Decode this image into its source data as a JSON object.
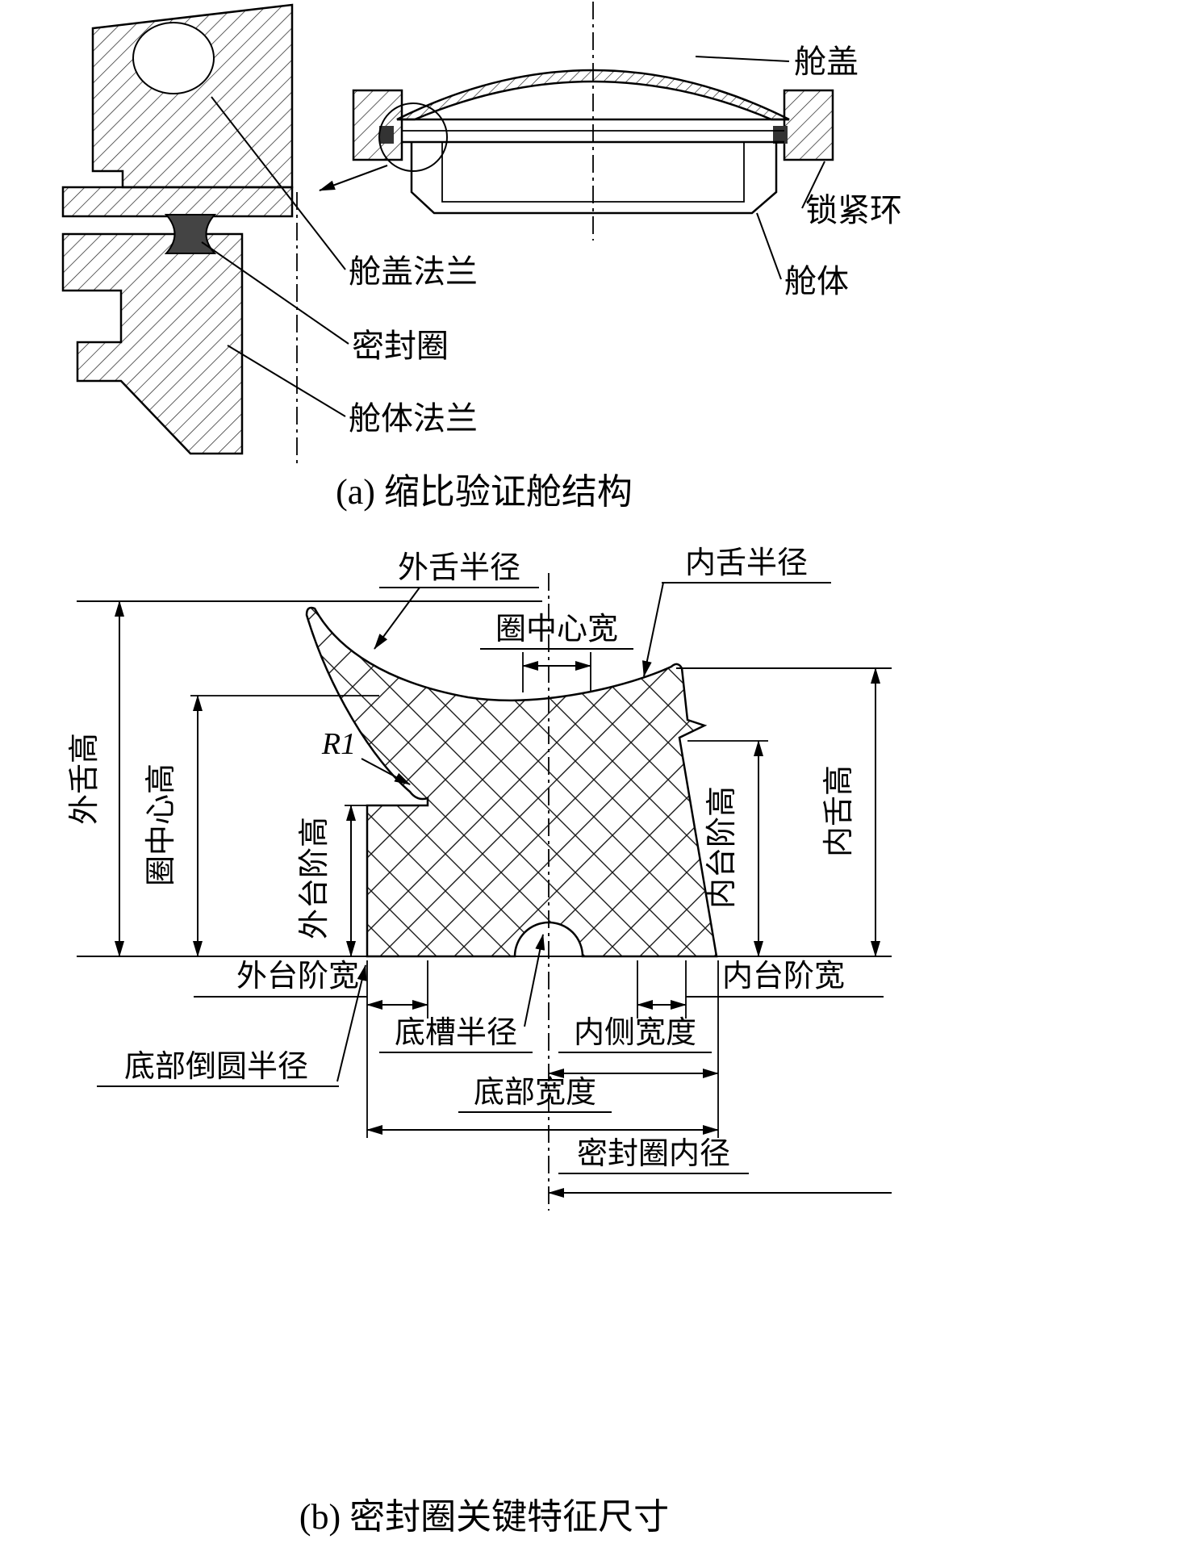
{
  "figure": {
    "panel_a": {
      "caption": "(a) 缩比验证舱结构",
      "labels": {
        "hatch_cover": "舱盖",
        "locking_ring": "锁紧环",
        "capsule_body": "舱体",
        "cover_flange": "舱盖法兰",
        "seal_ring": "密封圈",
        "body_flange": "舱体法兰"
      }
    },
    "panel_b": {
      "caption": "(b) 密封圈关键特征尺寸",
      "labels": {
        "outer_tongue_radius": "外舌半径",
        "inner_tongue_radius": "内舌半径",
        "ring_center_width": "圈中心宽",
        "outer_tongue_height": "外舌高",
        "ring_center_height": "圈中心高",
        "fillet_r1": "R1",
        "outer_step_height": "外台阶高",
        "inner_step_height": "内台阶高",
        "inner_tongue_height": "内舌高",
        "outer_step_width": "外台阶宽",
        "inner_step_width": "内台阶宽",
        "bottom_groove_radius": "底槽半径",
        "inner_side_width": "内侧宽度",
        "bottom_fillet_radius": "底部倒圆半径",
        "bottom_width": "底部宽度",
        "seal_inner_diameter": "密封圈内径"
      }
    }
  }
}
